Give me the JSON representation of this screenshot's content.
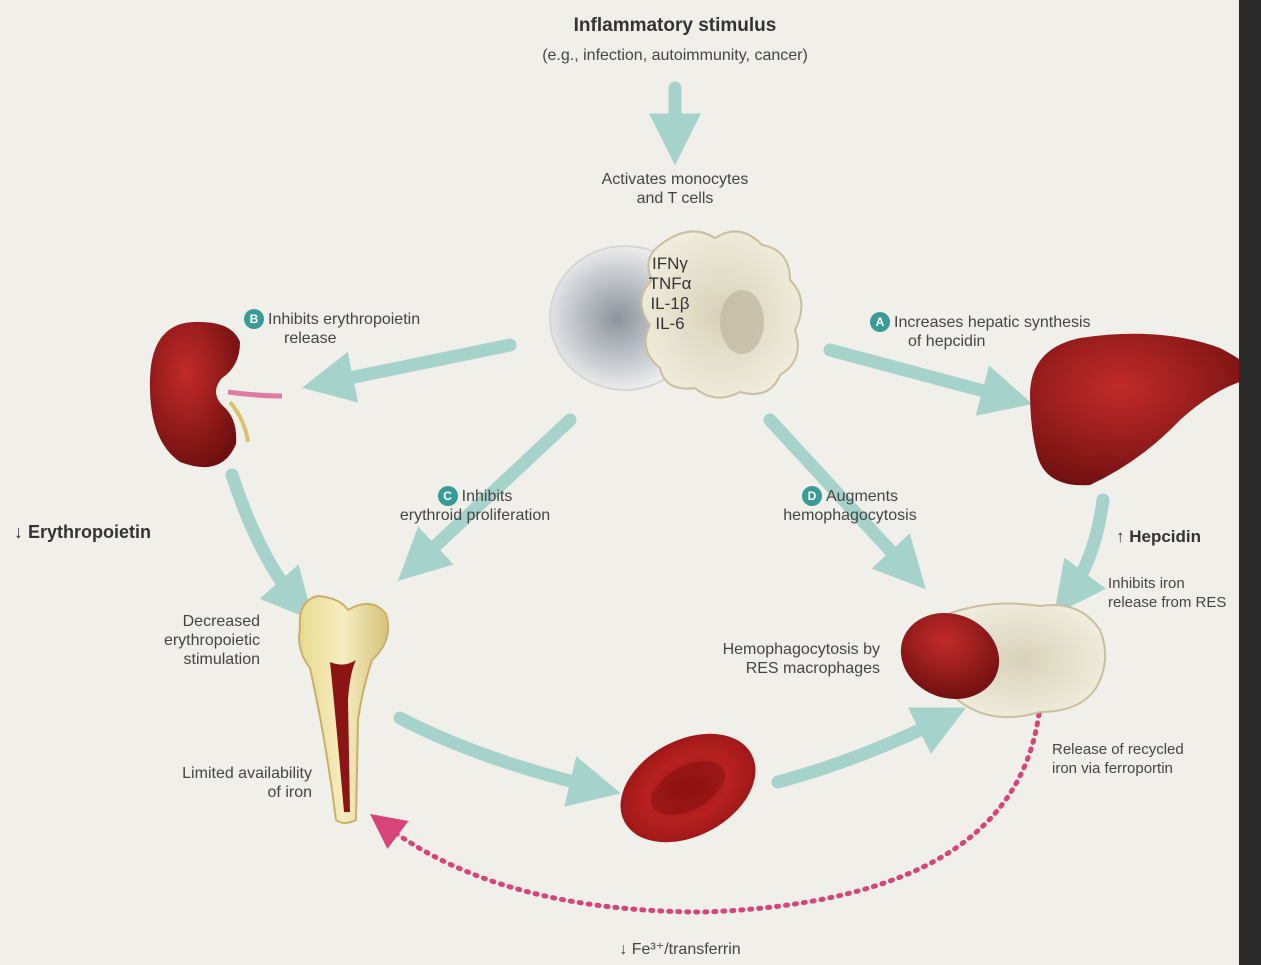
{
  "title": "Inflammatory stimulus",
  "subtitle": "(e.g., infection, autoimmunity, cancer)",
  "activates": [
    "Activates monocytes",
    "and T cells"
  ],
  "cytokines": [
    "IFNγ",
    "TNFα",
    "IL-1β",
    "IL-6"
  ],
  "step_a": {
    "badge": "A",
    "lines": [
      "Increases hepatic synthesis",
      "of hepcidin"
    ]
  },
  "step_b": {
    "badge": "B",
    "lines": [
      "Inhibits erythropoietin",
      "release"
    ]
  },
  "step_c": {
    "badge": "C",
    "lines": [
      "Inhibits",
      "erythroid proliferation"
    ]
  },
  "step_d": {
    "badge": "D",
    "lines": [
      "Augments",
      "hemophagocytosis"
    ]
  },
  "erythropoietin": "↓ Erythropoietin",
  "hepcidin": "↑ Hepcidin",
  "inhibits_iron": [
    "Inhibits iron",
    "release from RES"
  ],
  "decreased": [
    "Decreased",
    "erythropoietic",
    "stimulation"
  ],
  "limited": [
    "Limited availability",
    "of iron"
  ],
  "hemophagocytosis": [
    "Hemophagocytosis by",
    "RES macrophages"
  ],
  "release": [
    "Release of recycled",
    "iron via ferroportin"
  ],
  "fe_transferrin": "↓ Fe³⁺/transferrin",
  "colors": {
    "arrow": "#a6d2cc",
    "badge": "#3a9a98",
    "organ_red": "#8b1a1a",
    "dotted": "#d6447a"
  }
}
